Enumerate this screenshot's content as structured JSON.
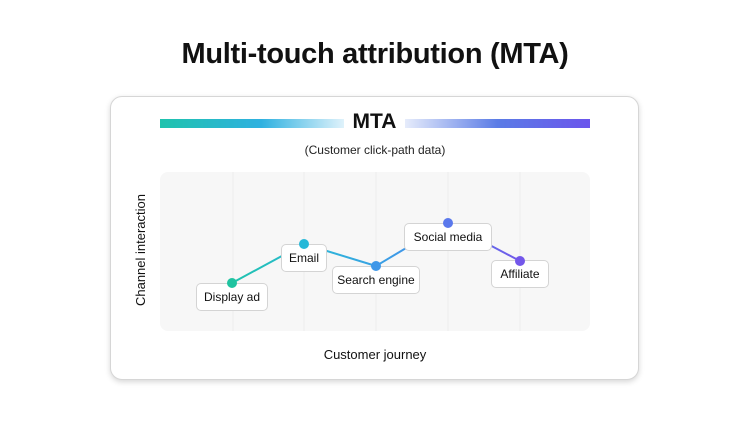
{
  "title": "Multi-touch attribution (MTA)",
  "diagram": {
    "heading": "MTA",
    "subheading": "(Customer click-path data)",
    "y_axis_label": "Channel interaction",
    "x_axis_label": "Customer journey",
    "gradient_colors": [
      "#1fc3ad",
      "#2fb1e0",
      "#5b7ce6",
      "#6b55ec"
    ]
  },
  "chart_data": {
    "type": "line",
    "xlabel": "Customer journey",
    "ylabel": "Channel interaction",
    "grid": true,
    "points": [
      {
        "step": 1,
        "label": "Display ad",
        "color": "#1fc3a0",
        "label_position": "below"
      },
      {
        "step": 2,
        "label": "Email",
        "color": "#26b8d8",
        "label_position": "below"
      },
      {
        "step": 3,
        "label": "Search engine",
        "color": "#3f97e8",
        "label_position": "below"
      },
      {
        "step": 4,
        "label": "Social media",
        "color": "#5a78ec",
        "label_position": "below"
      },
      {
        "step": 5,
        "label": "Affiliate",
        "color": "#7357ea",
        "label_position": "below"
      }
    ]
  }
}
